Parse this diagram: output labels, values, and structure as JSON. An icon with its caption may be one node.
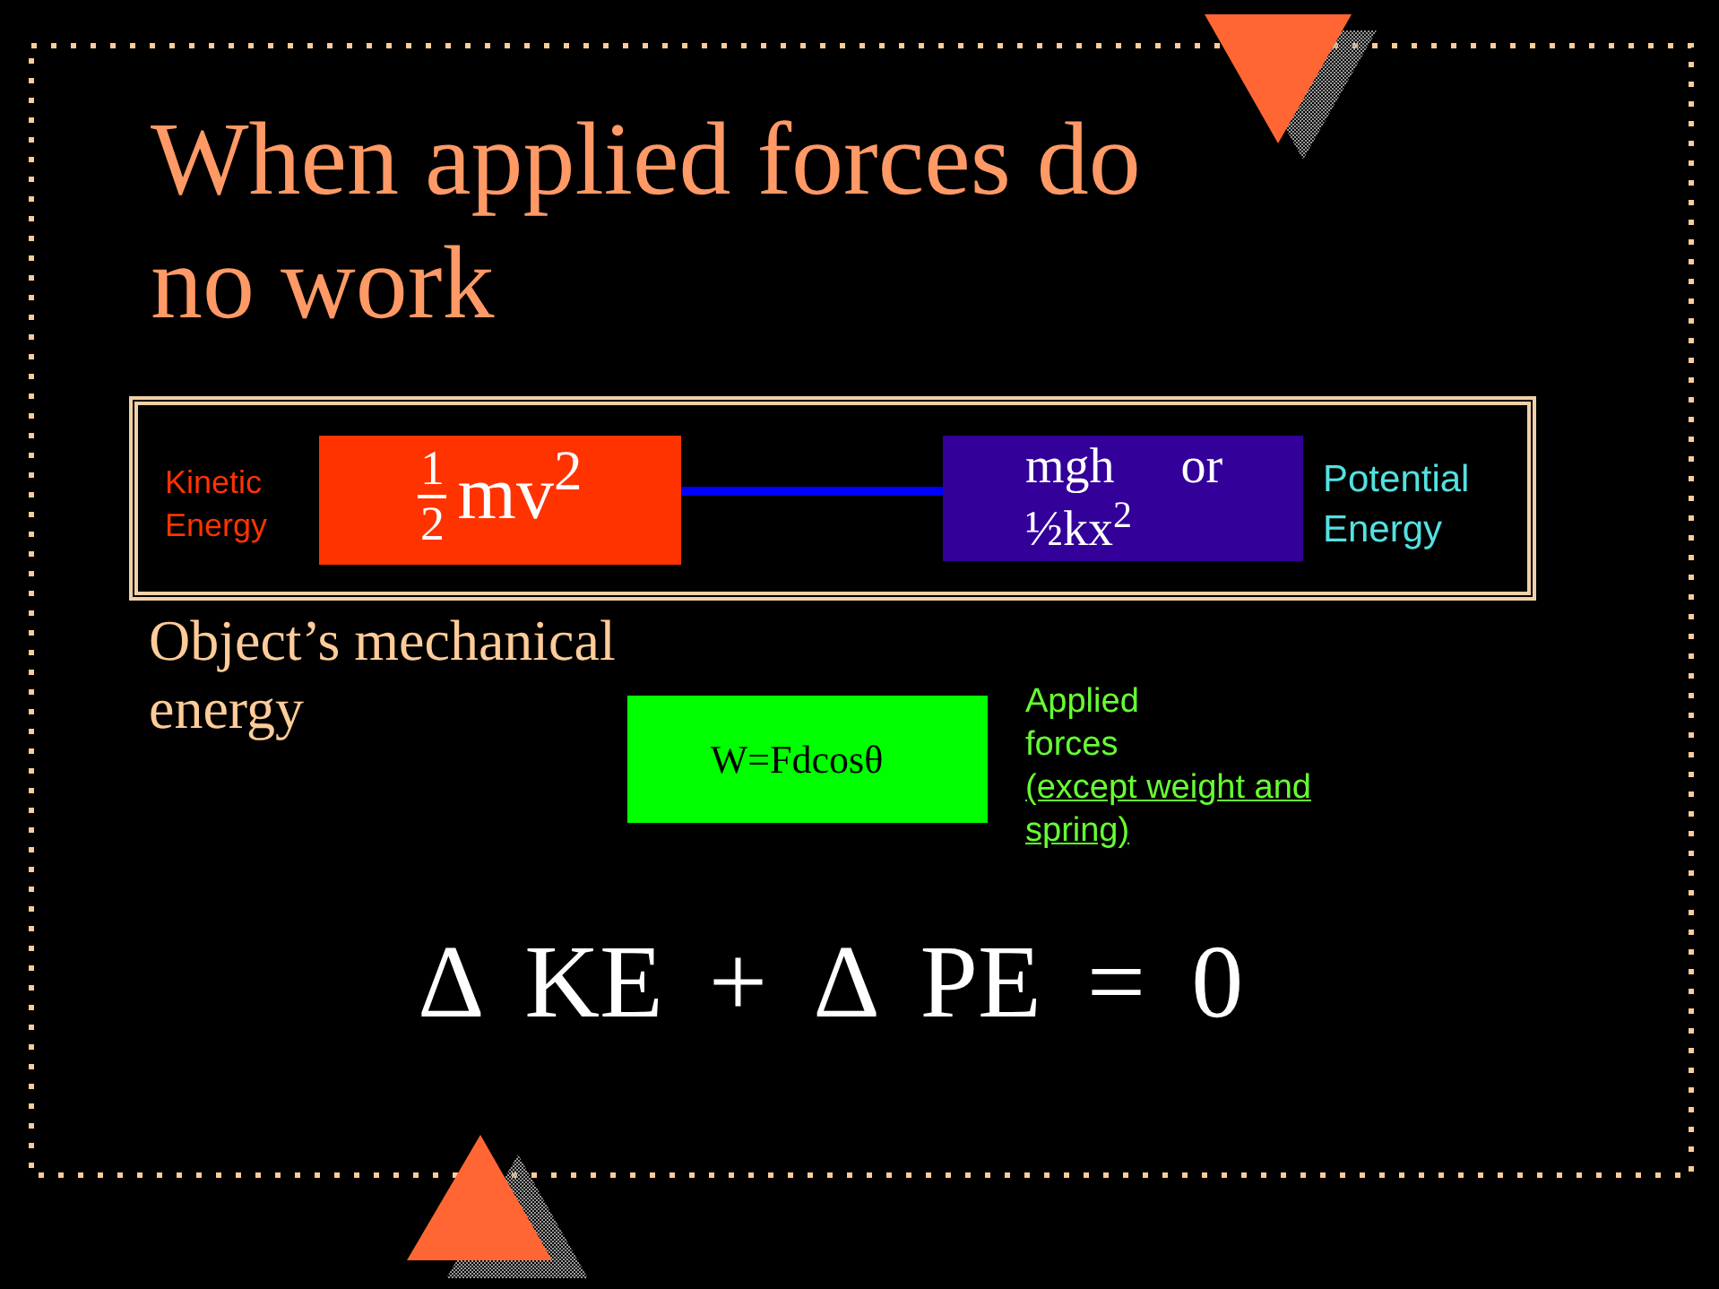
{
  "diagram": {
    "title": "When applied forces do no work",
    "nodes": [
      {
        "text": [
          "Object’s mechanical energy"
        ]
      },
      {
        "text": [
          "1",
          "2",
          "mv$^{2}$"
        ],
        "in": 0,
        "beside": [
          "Kinetic Energy"
        ]
      },
      {
        "text": [
          "mgh or ½kx$^{2}$"
        ],
        "in": 0,
        "beside": [
          "Potential Energy"
        ]
      },
      {
        "text": [
          "W=Fdcosθ"
        ],
        "beside": [
          "Applied forces",
          "(except weight and spring)"
        ]
      }
    ],
    "edges": [
      {
        "from": 1,
        "to": 2,
        "arrow": "none"
      }
    ],
    "labels": [
      "Δ KE + Δ PE = 0"
    ]
  }
}
